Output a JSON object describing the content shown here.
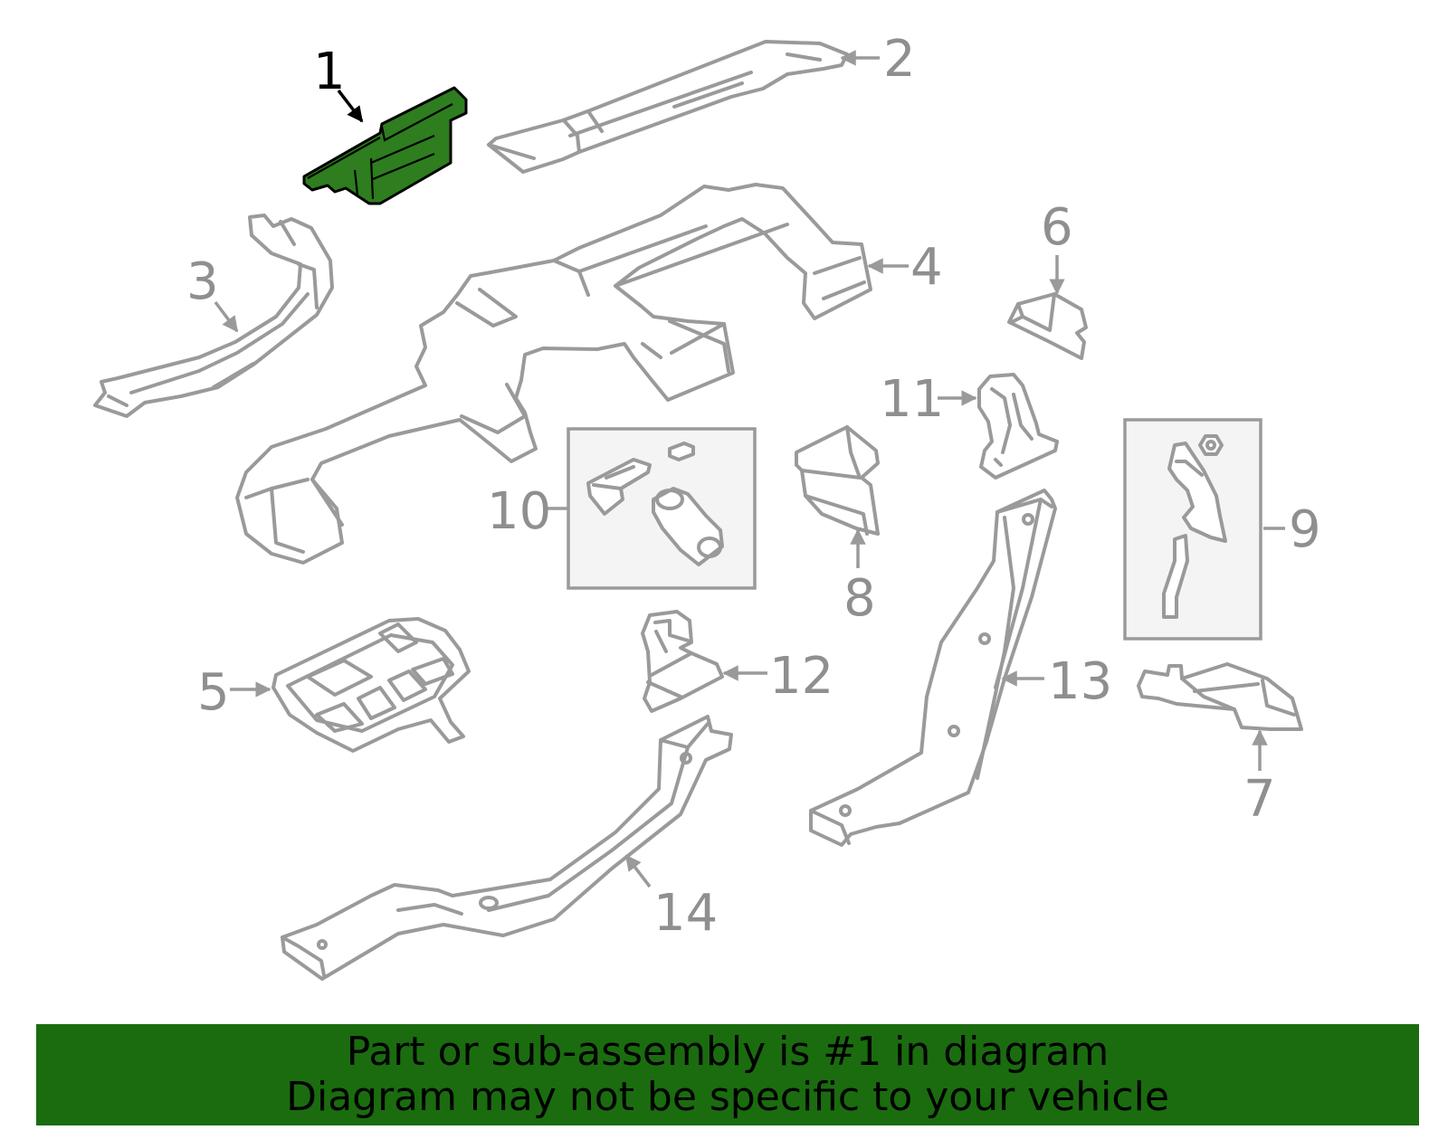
{
  "callouts": {
    "c1": "1",
    "c2": "2",
    "c3": "3",
    "c4": "4",
    "c5": "5",
    "c6": "6",
    "c7": "7",
    "c8": "8",
    "c9": "9",
    "c10": "10",
    "c11": "11",
    "c12": "12",
    "c13": "13",
    "c14": "14"
  },
  "highlighted_part": "1",
  "colors": {
    "highlight": "#2e7d1f",
    "banner": "#1a6c0f",
    "parts": "#9a9a9a"
  },
  "banner": {
    "line1": "Part or sub-assembly is #1 in diagram",
    "line2": "Diagram may not be specific to your vehicle"
  }
}
